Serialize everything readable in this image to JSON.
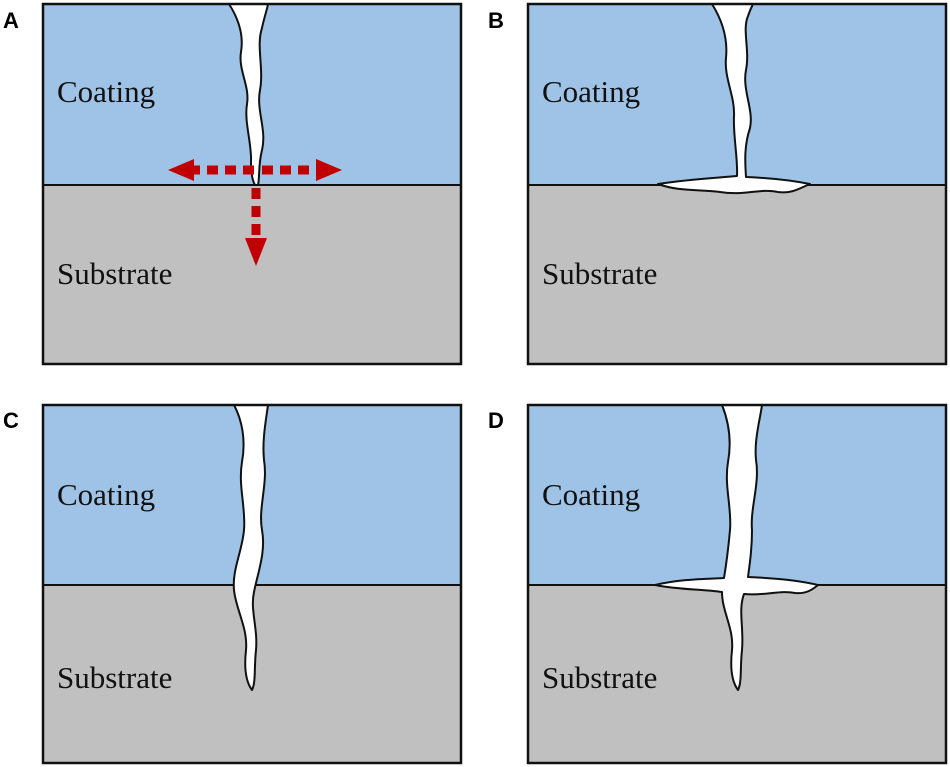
{
  "colors": {
    "coating": "#9fc3e6",
    "substrate": "#c0c0c0",
    "crack": "#ffffff",
    "outline": "#111111",
    "arrow": "#c00000"
  },
  "panels": [
    {
      "letter": "A",
      "coating_label": "Coating",
      "substrate_label": "Substrate"
    },
    {
      "letter": "B",
      "coating_label": "Coating",
      "substrate_label": "Substrate"
    },
    {
      "letter": "C",
      "coating_label": "Coating",
      "substrate_label": "Substrate"
    },
    {
      "letter": "D",
      "coating_label": "Coating",
      "substrate_label": "Substrate"
    }
  ]
}
